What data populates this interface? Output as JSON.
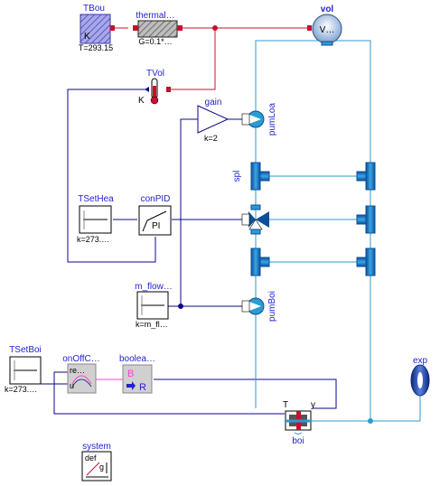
{
  "diagram": {
    "components": {
      "TBou": {
        "name": "TBou",
        "param": "T=293.15",
        "letter": "K"
      },
      "thermal": {
        "name": "thermal…",
        "param": "G=0.1*…"
      },
      "vol": {
        "name": "vol",
        "param": "V…"
      },
      "TVol": {
        "name": "TVol",
        "letter": "K"
      },
      "gain": {
        "name": "gain",
        "param": "k=2"
      },
      "pumLoa": {
        "name": "pumLoa"
      },
      "spl": {
        "name": "spl"
      },
      "TSetHea": {
        "name": "TSetHea",
        "param": "k=273.…"
      },
      "conPID": {
        "name": "conPID",
        "text": "PI"
      },
      "mFlow": {
        "name": "m_flow…",
        "param": "k=m_fl…"
      },
      "pumBoi": {
        "name": "pumBoi"
      },
      "TSetBoi": {
        "name": "TSetBoi",
        "param": "k=273.…"
      },
      "onOff": {
        "name": "onOffC…",
        "port_re": "re…",
        "port_u": "u"
      },
      "boolean": {
        "name": "boolea…",
        "in_label": "B",
        "out_label": "R"
      },
      "boi": {
        "name": "boi",
        "port_T": "T",
        "port_y": "y"
      },
      "exp": {
        "name": "exp"
      },
      "system": {
        "name": "system",
        "text": "def",
        "letter": "g"
      }
    }
  },
  "colors": {
    "control": "#0a0a8a",
    "heat": "#c8102e",
    "fluid": "#2b9bd1",
    "boolean": "#ff3fd0",
    "label": "#1f1fd6"
  }
}
